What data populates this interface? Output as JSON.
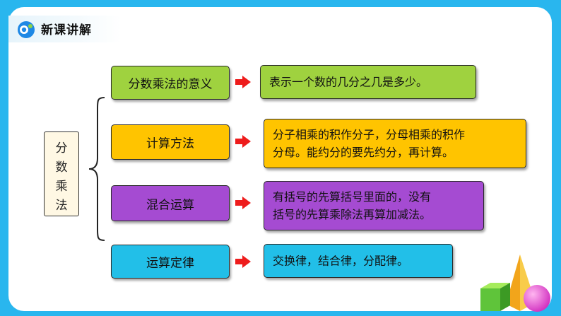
{
  "colors": {
    "background": "#29b6ee",
    "green": "#9fd23f",
    "orange": "#ffc400",
    "purple": "#a54bd2",
    "cyan": "#22bfe8",
    "arrow": "#ee1c1c",
    "label_bg": "#fff8e4"
  },
  "header": {
    "title": "新课讲解",
    "logo_icon": "app-logo-icon"
  },
  "main_label": {
    "chars": [
      "分",
      "数",
      "乘",
      "法"
    ]
  },
  "rows": [
    {
      "topic": "分数乘法的意义",
      "detail_lines": [
        "表示一个数的几分之几是多少。"
      ],
      "color": "green"
    },
    {
      "topic": "计算方法",
      "detail_lines": [
        "分子相乘的积作分子，分母相乘的积作",
        "分母。能约分的要先约分，再计算。"
      ],
      "color": "orange"
    },
    {
      "topic": "混合运算",
      "detail_lines": [
        "有括号的先算括号里面的，没有",
        "括号的先算乘除法再算加减法。"
      ],
      "color": "purple"
    },
    {
      "topic": "运算定律",
      "detail_lines": [
        "交换律，结合律，分配律。"
      ],
      "color": "cyan"
    }
  ]
}
